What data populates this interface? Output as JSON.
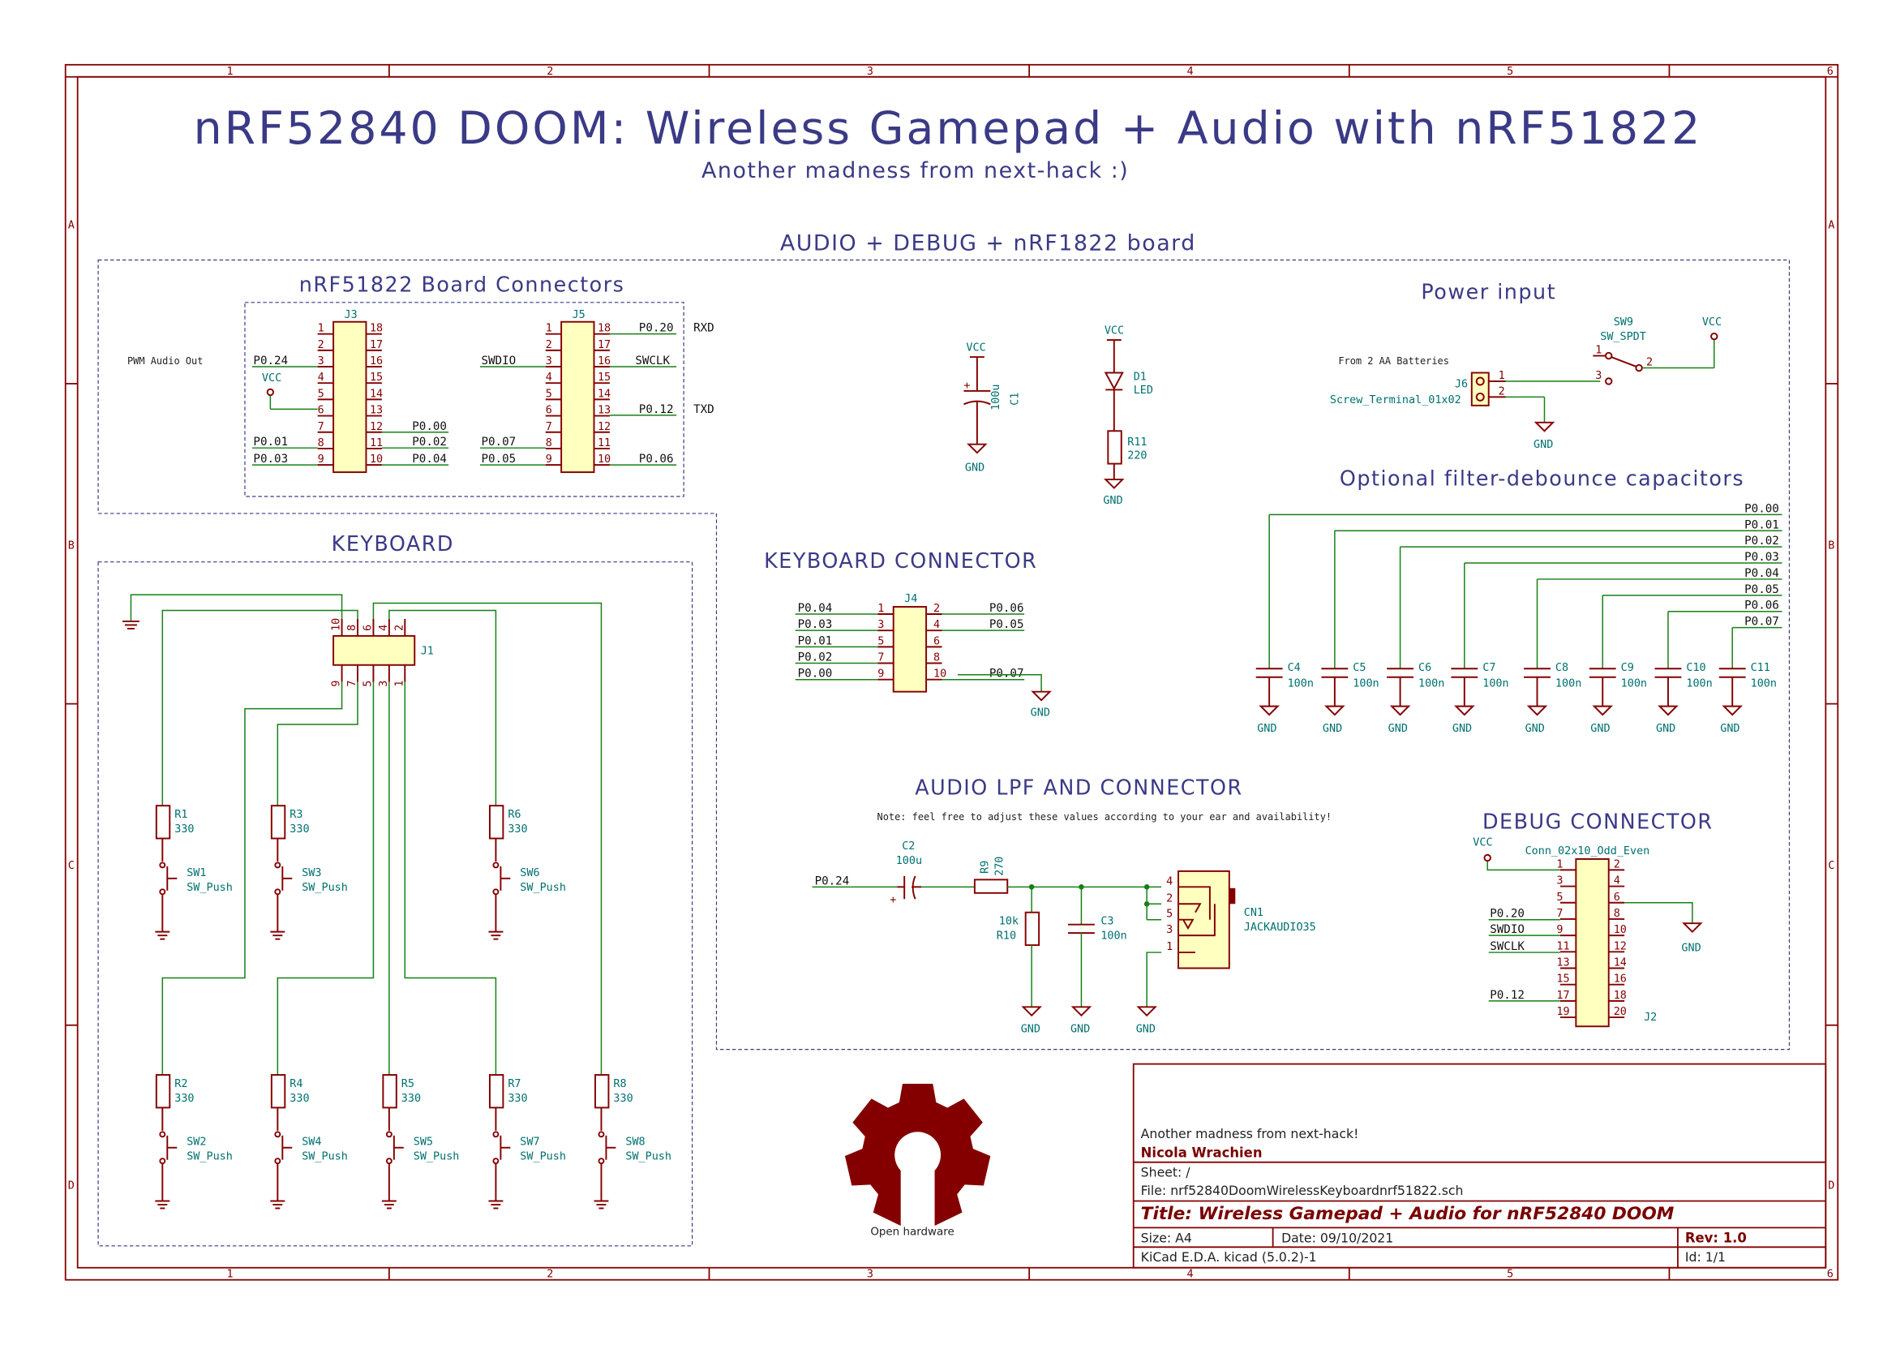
{
  "title_main": "nRF52840 DOOM: Wireless Gamepad + Audio with nRF51822",
  "title_sub": "Another madness from next-hack :)",
  "border": {
    "col_labels": [
      "1",
      "2",
      "3",
      "4",
      "5",
      "6"
    ],
    "row_labels": [
      "A",
      "B",
      "C",
      "D"
    ]
  },
  "sections": {
    "audio_debug": "AUDIO + DEBUG + nRF1822 board",
    "board_conn": "nRF51822 Board Connectors",
    "keyboard": "KEYBOARD",
    "keyboard_conn": "KEYBOARD CONNECTOR",
    "audio_lpf": "AUDIO LPF AND CONNECTOR",
    "audio_note": "Note: feel free to adjust these values according to your ear and availability!",
    "power": "Power input",
    "filters": "Optional filter-debounce capacitors",
    "debug": "DEBUG CONNECTOR"
  },
  "board_conn": {
    "j3_ref": "J3",
    "j5_ref": "J5",
    "pwm_label": "PWM Audio Out",
    "vcc": "VCC",
    "j3_nets": {
      "p3": "P0.24",
      "p8": "P0.01",
      "p9": "P0.03",
      "p12": "P0.00",
      "p11": "P0.02",
      "p10": "P0.04"
    },
    "j5_nets": {
      "p3": "SWDIO",
      "p8": "P0.07",
      "p9": "P0.05",
      "p18": "P0.20",
      "p16": "SWCLK",
      "p13": "P0.12",
      "p10": "P0.06"
    },
    "rxd": "RXD",
    "txd": "TXD"
  },
  "pins_left": [
    "1",
    "2",
    "3",
    "4",
    "5",
    "6",
    "7",
    "8",
    "9"
  ],
  "pins_right": [
    "18",
    "17",
    "16",
    "15",
    "14",
    "13",
    "12",
    "11",
    "10"
  ],
  "c1": {
    "vcc": "VCC",
    "ref": "C1",
    "val": "100u",
    "gnd": "GND"
  },
  "led": {
    "vcc": "VCC",
    "d_ref": "D1",
    "d_val": "LED",
    "r_ref": "R11",
    "r_val": "220",
    "gnd": "GND"
  },
  "power_input": {
    "batteries": "From 2 AA Batteries",
    "j6_ref": "J6",
    "j6_val": "Screw_Terminal_01x02",
    "sw_ref": "SW9",
    "sw_val": "SW_SPDT",
    "vcc": "VCC",
    "gnd": "GND",
    "pins": [
      "1",
      "2",
      "1",
      "2",
      "3"
    ]
  },
  "filter_caps": {
    "nets": [
      "P0.00",
      "P0.01",
      "P0.02",
      "P0.03",
      "P0.04",
      "P0.05",
      "P0.06",
      "P0.07"
    ],
    "refs": [
      "C4",
      "C5",
      "C6",
      "C7",
      "C8",
      "C9",
      "C10",
      "C11"
    ],
    "value": "100n",
    "gnd": "GND"
  },
  "keyboard": {
    "j1_ref": "J1",
    "j1_top_pins": [
      "10",
      "8",
      "6",
      "4",
      "2"
    ],
    "j1_bot_pins": [
      "9",
      "7",
      "5",
      "3",
      "1"
    ],
    "resistors": [
      {
        "ref": "R1",
        "val": "330"
      },
      {
        "ref": "R3",
        "val": "330"
      },
      {
        "ref": "R6",
        "val": "330"
      },
      {
        "ref": "R2",
        "val": "330"
      },
      {
        "ref": "R4",
        "val": "330"
      },
      {
        "ref": "R5",
        "val": "330"
      },
      {
        "ref": "R7",
        "val": "330"
      },
      {
        "ref": "R8",
        "val": "330"
      }
    ],
    "switches": [
      {
        "ref": "SW1",
        "val": "SW_Push"
      },
      {
        "ref": "SW3",
        "val": "SW_Push"
      },
      {
        "ref": "SW6",
        "val": "SW_Push"
      },
      {
        "ref": "SW2",
        "val": "SW_Push"
      },
      {
        "ref": "SW4",
        "val": "SW_Push"
      },
      {
        "ref": "SW5",
        "val": "SW_Push"
      },
      {
        "ref": "SW7",
        "val": "SW_Push"
      },
      {
        "ref": "SW8",
        "val": "SW_Push"
      }
    ]
  },
  "kb_connector": {
    "ref": "J4",
    "left_nets": [
      "P0.04",
      "P0.03",
      "P0.01",
      "P0.02",
      "P0.00"
    ],
    "left_pins": [
      "1",
      "3",
      "5",
      "7",
      "9"
    ],
    "right_pins": [
      "2",
      "4",
      "6",
      "8",
      "10"
    ],
    "right_nets": [
      "P0.06",
      "P0.05",
      "",
      "",
      "P0.07"
    ],
    "gnd": "GND"
  },
  "audio": {
    "net_in": "P0.24",
    "c2_ref": "C2",
    "c2_val": "100u",
    "r9_ref": "R9",
    "r9_val": "270",
    "r10_ref": "R10",
    "r10_val": "10k",
    "c3_ref": "C3",
    "c3_val": "100n",
    "cn1_ref": "CN1",
    "cn1_val": "JACKAUDIO35",
    "jack_pins": [
      "4",
      "2",
      "5",
      "3",
      "1"
    ],
    "gnd": "GND"
  },
  "debug": {
    "ref": "J2",
    "value": "Conn_02x10_Odd_Even",
    "vcc": "VCC",
    "gnd": "GND",
    "left_pins": [
      "1",
      "3",
      "5",
      "7",
      "9",
      "11",
      "13",
      "15",
      "17",
      "19"
    ],
    "right_pins": [
      "2",
      "4",
      "6",
      "8",
      "10",
      "12",
      "14",
      "16",
      "18",
      "20"
    ],
    "nets": {
      "p7": "P0.20",
      "p9": "SWDIO",
      "p11": "SWCLK",
      "p17": "P0.12"
    }
  },
  "logo_caption": "Open hardware",
  "title_block": {
    "comment": "Another madness from next-hack!",
    "company": "Nicola Wrachien",
    "sheet": "Sheet: /",
    "file": "File: nrf52840DoomWirelessKeyboardnrf51822.sch",
    "title": "Title: Wireless Gamepad + Audio for nRF52840 DOOM",
    "size": "Size: A4",
    "date": "Date: 09/10/2021",
    "rev": "Rev: 1.0",
    "tool": "KiCad E.D.A.  kicad (5.0.2)-1",
    "id": "Id: 1/1"
  }
}
